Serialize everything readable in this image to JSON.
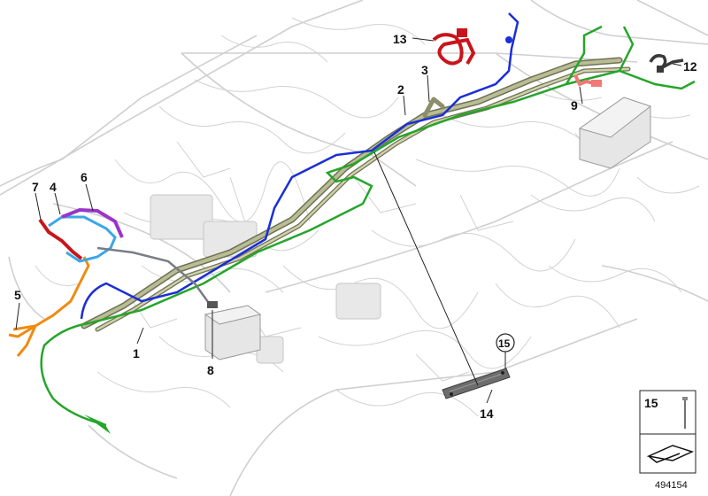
{
  "diagram": {
    "callouts": [
      {
        "id": "c1",
        "label": "1"
      },
      {
        "id": "c2",
        "label": "2"
      },
      {
        "id": "c3",
        "label": "3"
      },
      {
        "id": "c4",
        "label": "4"
      },
      {
        "id": "c5",
        "label": "5"
      },
      {
        "id": "c6",
        "label": "6"
      },
      {
        "id": "c7",
        "label": "7"
      },
      {
        "id": "c8",
        "label": "8"
      },
      {
        "id": "c9",
        "label": "9"
      },
      {
        "id": "c12",
        "label": "12"
      },
      {
        "id": "c13",
        "label": "13"
      },
      {
        "id": "c14",
        "label": "14"
      },
      {
        "id": "c15",
        "label": "15"
      }
    ],
    "legend": {
      "label": "15"
    },
    "image_number": "494154"
  },
  "colors": {
    "main_harness": "#8c8f6a",
    "blue_cable": "#1b2fd6",
    "green_cable": "#25a52a",
    "orange_cable": "#f08a10",
    "purple_cable": "#9a35c9",
    "light_blue_cable": "#3aa7e8",
    "red_cable": "#c8151b",
    "salmon_part": "#f07878",
    "ghost_lines": "#c9c9c9"
  }
}
